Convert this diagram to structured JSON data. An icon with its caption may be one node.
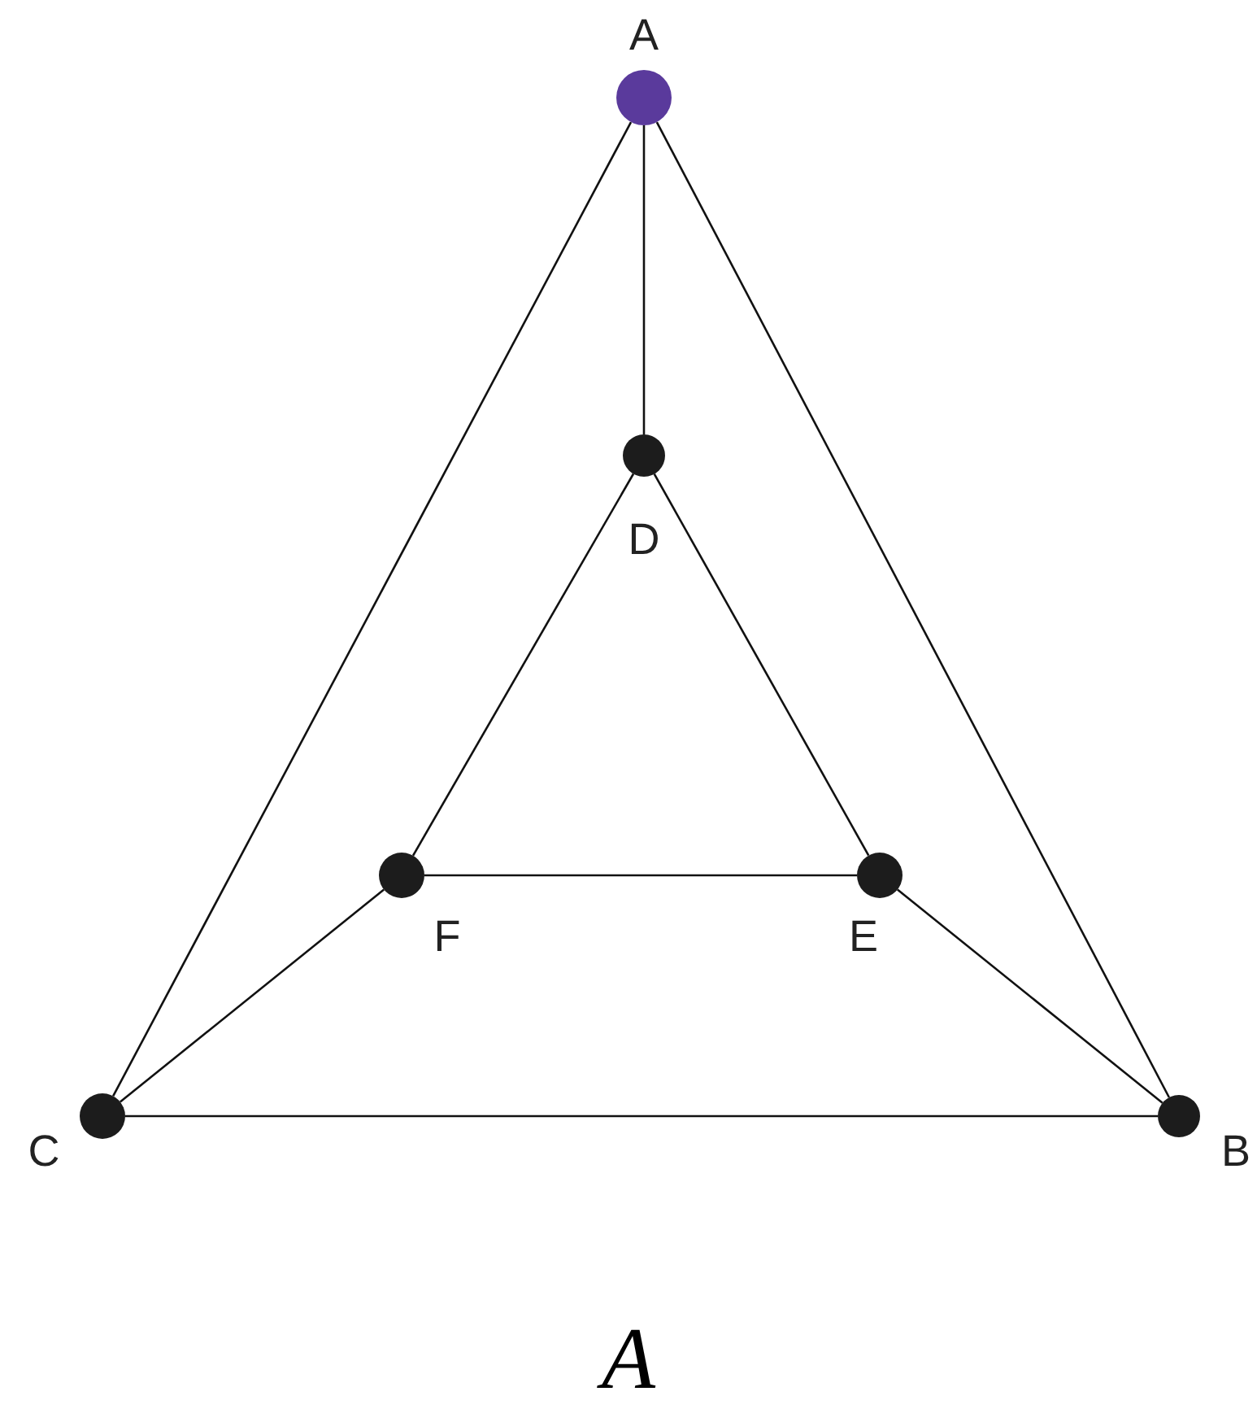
{
  "diagram": {
    "caption": "A",
    "nodes": [
      {
        "text": [],
        "shape": "circle",
        "beside": [
          "A"
        ]
      },
      {
        "text": [],
        "shape": "circle",
        "beside": [
          "D"
        ]
      },
      {
        "text": [],
        "shape": "circle",
        "beside": [
          "F"
        ]
      },
      {
        "text": [],
        "shape": "circle",
        "beside": [
          "E"
        ]
      },
      {
        "text": [],
        "shape": "circle",
        "beside": [
          "C"
        ]
      },
      {
        "text": [],
        "shape": "circle",
        "beside": [
          "B"
        ]
      }
    ],
    "edges": [
      {
        "from": 0,
        "to": 4,
        "arrow": "none"
      },
      {
        "from": 0,
        "to": 5,
        "arrow": "none"
      },
      {
        "from": 0,
        "to": 1,
        "arrow": "none"
      },
      {
        "from": 1,
        "to": 2,
        "arrow": "none"
      },
      {
        "from": 1,
        "to": 3,
        "arrow": "none"
      },
      {
        "from": 2,
        "to": 3,
        "arrow": "none"
      },
      {
        "from": 2,
        "to": 4,
        "arrow": "none"
      },
      {
        "from": 3,
        "to": 5,
        "arrow": "none"
      },
      {
        "from": 4,
        "to": 5,
        "arrow": "none"
      }
    ]
  }
}
